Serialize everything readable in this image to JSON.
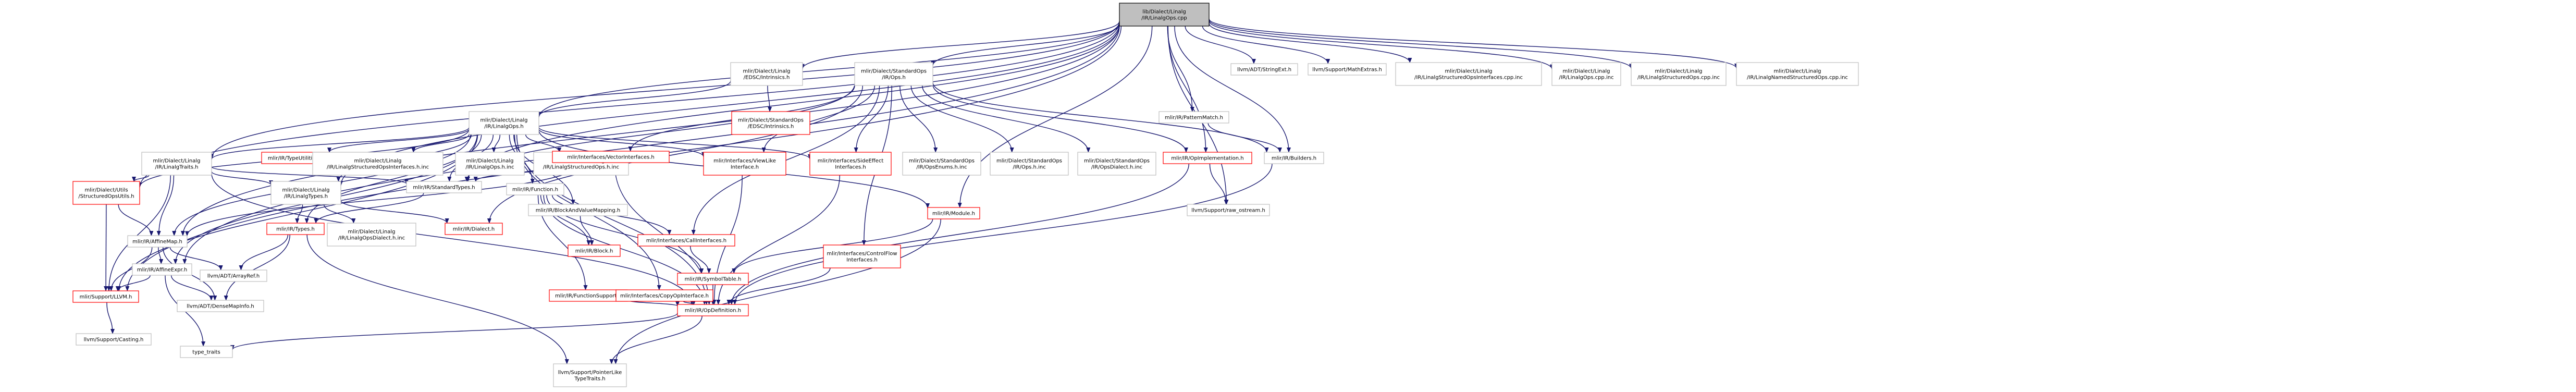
{
  "nodes": [
    {
      "id": "root",
      "lines": [
        "lib/Dialect/Linalg",
        "/IR/LinalgOps.cpp"
      ],
      "style": "root"
    },
    {
      "id": "edsc_intrinsics",
      "lines": [
        "mlir/Dialect/Linalg",
        "/EDSC/Intrinsics.h"
      ],
      "style": "plain"
    },
    {
      "id": "stdops_ops",
      "lines": [
        "mlir/Dialect/StandardOps",
        "/IR/Ops.h"
      ],
      "style": "plain"
    },
    {
      "id": "stringext",
      "lines": [
        "llvm/ADT/StringExt.h"
      ],
      "style": "plain"
    },
    {
      "id": "mathextras",
      "lines": [
        "llvm/Support/MathExtras.h"
      ],
      "style": "plain"
    },
    {
      "id": "linalg_structured_ifaces_cpp",
      "lines": [
        "mlir/Dialect/Linalg",
        "/IR/LinalgStructuredOpsInterfaces.cpp.inc"
      ],
      "style": "plain"
    },
    {
      "id": "linalg_ops_cpp_inc",
      "lines": [
        "mlir/Dialect/Linalg",
        "/IR/LinalgOps.cpp.inc"
      ],
      "style": "plain"
    },
    {
      "id": "linalg_structured_cpp_inc",
      "lines": [
        "mlir/Dialect/Linalg",
        "/IR/LinalgStructuredOps.cpp.inc"
      ],
      "style": "plain"
    },
    {
      "id": "linalg_named_cpp_inc",
      "lines": [
        "mlir/Dialect/Linalg",
        "/IR/LinalgNamedStructuredOps.cpp.inc"
      ],
      "style": "plain"
    },
    {
      "id": "linalg_ops_h",
      "lines": [
        "mlir/Dialect/Linalg",
        "/IR/LinalgOps.h"
      ],
      "style": "plain"
    },
    {
      "id": "stdops_edsc_intrinsics",
      "lines": [
        "mlir/Dialect/StandardOps",
        "/EDSC/Intrinsics.h"
      ],
      "style": "red"
    },
    {
      "id": "pattern_match",
      "lines": [
        "mlir/IR/PatternMatch.h"
      ],
      "style": "plain"
    },
    {
      "id": "builders",
      "lines": [
        "mlir/IR/Builders.h"
      ],
      "style": "plain"
    },
    {
      "id": "linalg_traits",
      "lines": [
        "mlir/Dialect/Linalg",
        "/IR/LinalgTraits.h"
      ],
      "style": "plain"
    },
    {
      "id": "type_utilities",
      "lines": [
        "mlir/IR/TypeUtilities.h"
      ],
      "style": "red"
    },
    {
      "id": "linalg_structured_ifaces_h_inc",
      "lines": [
        "mlir/Dialect/Linalg",
        "/IR/LinalgStructuredOpsInterfaces.h.inc"
      ],
      "style": "plain"
    },
    {
      "id": "linalg_ops_h_inc",
      "lines": [
        "mlir/Dialect/Linalg",
        "/IR/LinalgOps.h.inc"
      ],
      "style": "plain"
    },
    {
      "id": "linalg_structured_h_inc",
      "lines": [
        "mlir/Dialect/Linalg",
        "/IR/LinalgStructuredOps.h.inc"
      ],
      "style": "plain"
    },
    {
      "id": "view_like",
      "lines": [
        "mlir/Interfaces/ViewLike",
        "Interface.h"
      ],
      "style": "red"
    },
    {
      "id": "side_effect",
      "lines": [
        "mlir/Interfaces/SideEffect",
        "Interfaces.h"
      ],
      "style": "red"
    },
    {
      "id": "vector_ifaces",
      "lines": [
        "mlir/Interfaces/VectorInterfaces.h"
      ],
      "style": "red"
    },
    {
      "id": "ops_enums",
      "lines": [
        "mlir/Dialect/StandardOps",
        "/IR/OpsEnums.h.inc"
      ],
      "style": "plain"
    },
    {
      "id": "ops_h_inc",
      "lines": [
        "mlir/Dialect/StandardOps",
        "/IR/Ops.h.inc"
      ],
      "style": "plain"
    },
    {
      "id": "ops_dialect_h_inc",
      "lines": [
        "mlir/Dialect/StandardOps",
        "/IR/OpsDialect.h.inc"
      ],
      "style": "plain"
    },
    {
      "id": "op_implementation",
      "lines": [
        "mlir/IR/OpImplementation.h"
      ],
      "style": "red"
    },
    {
      "id": "utils_structured",
      "lines": [
        "mlir/Dialect/Utils",
        "/StructuredOpsUtils.h"
      ],
      "style": "red"
    },
    {
      "id": "linalg_types",
      "lines": [
        "mlir/Dialect/Linalg",
        "/IR/LinalgTypes.h"
      ],
      "style": "plain"
    },
    {
      "id": "standard_types",
      "lines": [
        "mlir/IR/StandardTypes.h"
      ],
      "style": "plain"
    },
    {
      "id": "function_h",
      "lines": [
        "mlir/IR/Function.h"
      ],
      "style": "plain"
    },
    {
      "id": "block_value_mapping",
      "lines": [
        "mlir/IR/BlockAndValueMapping.h"
      ],
      "style": "plain"
    },
    {
      "id": "module_h",
      "lines": [
        "mlir/IR/Module.h"
      ],
      "style": "red"
    },
    {
      "id": "raw_ostream",
      "lines": [
        "llvm/Support/raw_ostream.h"
      ],
      "style": "plain"
    },
    {
      "id": "types_h",
      "lines": [
        "mlir/IR/Types.h"
      ],
      "style": "red"
    },
    {
      "id": "linalg_dialect_h_inc",
      "lines": [
        "mlir/Dialect/Linalg",
        "/IR/LinalgOpsDialect.h.inc"
      ],
      "style": "plain"
    },
    {
      "id": "dialect_h",
      "lines": [
        "mlir/IR/Dialect.h"
      ],
      "style": "red"
    },
    {
      "id": "block_h",
      "lines": [
        "mlir/IR/Block.h"
      ],
      "style": "red"
    },
    {
      "id": "call_ifaces",
      "lines": [
        "mlir/Interfaces/CallInterfaces.h"
      ],
      "style": "red"
    },
    {
      "id": "control_flow",
      "lines": [
        "mlir/Interfaces/ControlFlow",
        "Interfaces.h"
      ],
      "style": "red"
    },
    {
      "id": "affine_map",
      "lines": [
        "mlir/IR/AffineMap.h"
      ],
      "style": "plain"
    },
    {
      "id": "array_ref",
      "lines": [
        "llvm/ADT/ArrayRef.h"
      ],
      "style": "plain"
    },
    {
      "id": "affine_expr",
      "lines": [
        "mlir/IR/AffineExpr.h"
      ],
      "style": "plain"
    },
    {
      "id": "function_support",
      "lines": [
        "mlir/IR/FunctionSupport.h"
      ],
      "style": "red"
    },
    {
      "id": "copy_op_iface",
      "lines": [
        "mlir/Interfaces/CopyOpInterface.h"
      ],
      "style": "red"
    },
    {
      "id": "symbol_table",
      "lines": [
        "mlir/IR/SymbolTable.h"
      ],
      "style": "red"
    },
    {
      "id": "dense_map_info",
      "lines": [
        "llvm/ADT/DenseMapInfo.h"
      ],
      "style": "plain"
    },
    {
      "id": "support_llvm",
      "lines": [
        "mlir/Support/LLVM.h"
      ],
      "style": "red"
    },
    {
      "id": "op_definition",
      "lines": [
        "mlir/IR/OpDefinition.h"
      ],
      "style": "red"
    },
    {
      "id": "casting",
      "lines": [
        "llvm/Support/Casting.h"
      ],
      "style": "plain"
    },
    {
      "id": "type_traits",
      "lines": [
        "type_traits"
      ],
      "style": "plain"
    },
    {
      "id": "pointer_like",
      "lines": [
        "llvm/Support/PointerLike",
        "TypeTraits.h"
      ],
      "style": "plain"
    }
  ],
  "edges": [
    [
      "root",
      "edsc_intrinsics"
    ],
    [
      "root",
      "stdops_ops"
    ],
    [
      "root",
      "stringext"
    ],
    [
      "root",
      "mathextras"
    ],
    [
      "root",
      "linalg_structured_ifaces_cpp"
    ],
    [
      "root",
      "linalg_ops_cpp_inc"
    ],
    [
      "root",
      "linalg_structured_cpp_inc"
    ],
    [
      "root",
      "linalg_named_cpp_inc"
    ],
    [
      "root",
      "linalg_ops_h"
    ],
    [
      "root",
      "pattern_match"
    ],
    [
      "root",
      "builders"
    ],
    [
      "root",
      "op_implementation"
    ],
    [
      "root",
      "module_h"
    ],
    [
      "root",
      "raw_ostream"
    ],
    [
      "root",
      "linalg_traits"
    ],
    [
      "root",
      "linalg_types"
    ],
    [
      "root",
      "standard_types"
    ],
    [
      "root",
      "affine_map"
    ],
    [
      "root",
      "affine_expr"
    ],
    [
      "root",
      "utils_structured"
    ],
    [
      "root",
      "support_llvm"
    ],
    [
      "edsc_intrinsics",
      "linalg_ops_h"
    ],
    [
      "edsc_intrinsics",
      "stdops_edsc_intrinsics"
    ],
    [
      "linalg_ops_h",
      "linalg_traits"
    ],
    [
      "linalg_ops_h",
      "type_utilities"
    ],
    [
      "linalg_ops_h",
      "linalg_structured_ifaces_h_inc"
    ],
    [
      "linalg_ops_h",
      "linalg_ops_h_inc"
    ],
    [
      "linalg_ops_h",
      "linalg_structured_h_inc"
    ],
    [
      "linalg_ops_h",
      "view_like"
    ],
    [
      "linalg_ops_h",
      "side_effect"
    ],
    [
      "linalg_ops_h",
      "linalg_types"
    ],
    [
      "linalg_ops_h",
      "standard_types"
    ],
    [
      "linalg_ops_h",
      "function_h"
    ],
    [
      "linalg_ops_h",
      "block_value_mapping"
    ],
    [
      "linalg_ops_h",
      "module_h"
    ],
    [
      "linalg_ops_h",
      "types_h"
    ],
    [
      "linalg_ops_h",
      "copy_op_iface"
    ],
    [
      "linalg_ops_h",
      "affine_map"
    ],
    [
      "linalg_ops_h",
      "affine_expr"
    ],
    [
      "linalg_ops_h",
      "utils_structured"
    ],
    [
      "linalg_ops_h",
      "op_definition"
    ],
    [
      "linalg_ops_h",
      "support_llvm"
    ],
    [
      "stdops_ops",
      "vector_ifaces"
    ],
    [
      "stdops_ops",
      "view_like"
    ],
    [
      "stdops_ops",
      "side_effect"
    ],
    [
      "stdops_ops",
      "ops_enums"
    ],
    [
      "stdops_ops",
      "ops_h_inc"
    ],
    [
      "stdops_ops",
      "ops_dialect_h_inc"
    ],
    [
      "stdops_ops",
      "op_implementation"
    ],
    [
      "stdops_ops",
      "builders"
    ],
    [
      "stdops_ops",
      "standard_types"
    ],
    [
      "stdops_ops",
      "dialect_h"
    ],
    [
      "stdops_ops",
      "call_ifaces"
    ],
    [
      "stdops_ops",
      "control_flow"
    ],
    [
      "pattern_match",
      "builders"
    ],
    [
      "builders",
      "op_definition"
    ],
    [
      "op_implementation",
      "op_definition"
    ],
    [
      "op_implementation",
      "raw_ostream"
    ],
    [
      "linalg_traits",
      "utils_structured"
    ],
    [
      "linalg_traits",
      "linalg_types"
    ],
    [
      "linalg_traits",
      "standard_types"
    ],
    [
      "linalg_traits",
      "affine_map"
    ],
    [
      "linalg_traits",
      "op_definition"
    ],
    [
      "linalg_traits",
      "support_llvm"
    ],
    [
      "vector_ifaces",
      "standard_types"
    ],
    [
      "vector_ifaces",
      "affine_map"
    ],
    [
      "vector_ifaces",
      "op_definition"
    ],
    [
      "view_like",
      "op_definition"
    ],
    [
      "side_effect",
      "op_definition"
    ],
    [
      "utils_structured",
      "affine_map"
    ],
    [
      "utils_structured",
      "support_llvm"
    ],
    [
      "linalg_types",
      "types_h"
    ],
    [
      "linalg_types",
      "linalg_dialect_h_inc"
    ],
    [
      "linalg_types",
      "dialect_h"
    ],
    [
      "standard_types",
      "types_h"
    ],
    [
      "function_h",
      "block_h"
    ],
    [
      "function_h",
      "call_ifaces"
    ],
    [
      "function_h",
      "function_support"
    ],
    [
      "function_h",
      "symbol_table"
    ],
    [
      "function_h",
      "op_definition"
    ],
    [
      "block_value_mapping",
      "block_h"
    ],
    [
      "module_h",
      "symbol_table"
    ],
    [
      "module_h",
      "pointer_like"
    ],
    [
      "types_h",
      "array_ref"
    ],
    [
      "types_h",
      "dense_map_info"
    ],
    [
      "types_h",
      "pointer_like"
    ],
    [
      "call_ifaces",
      "symbol_table"
    ],
    [
      "control_flow",
      "op_definition"
    ],
    [
      "affine_map",
      "affine_expr"
    ],
    [
      "affine_map",
      "array_ref"
    ],
    [
      "affine_map",
      "dense_map_info"
    ],
    [
      "affine_map",
      "support_llvm"
    ],
    [
      "affine_expr",
      "support_llvm"
    ],
    [
      "affine_expr",
      "dense_map_info"
    ],
    [
      "affine_expr",
      "type_traits"
    ],
    [
      "function_support",
      "op_definition"
    ],
    [
      "copy_op_iface",
      "op_definition"
    ],
    [
      "symbol_table",
      "op_definition"
    ],
    [
      "support_llvm",
      "casting"
    ],
    [
      "op_definition",
      "type_traits"
    ],
    [
      "op_definition",
      "pointer_like"
    ]
  ]
}
